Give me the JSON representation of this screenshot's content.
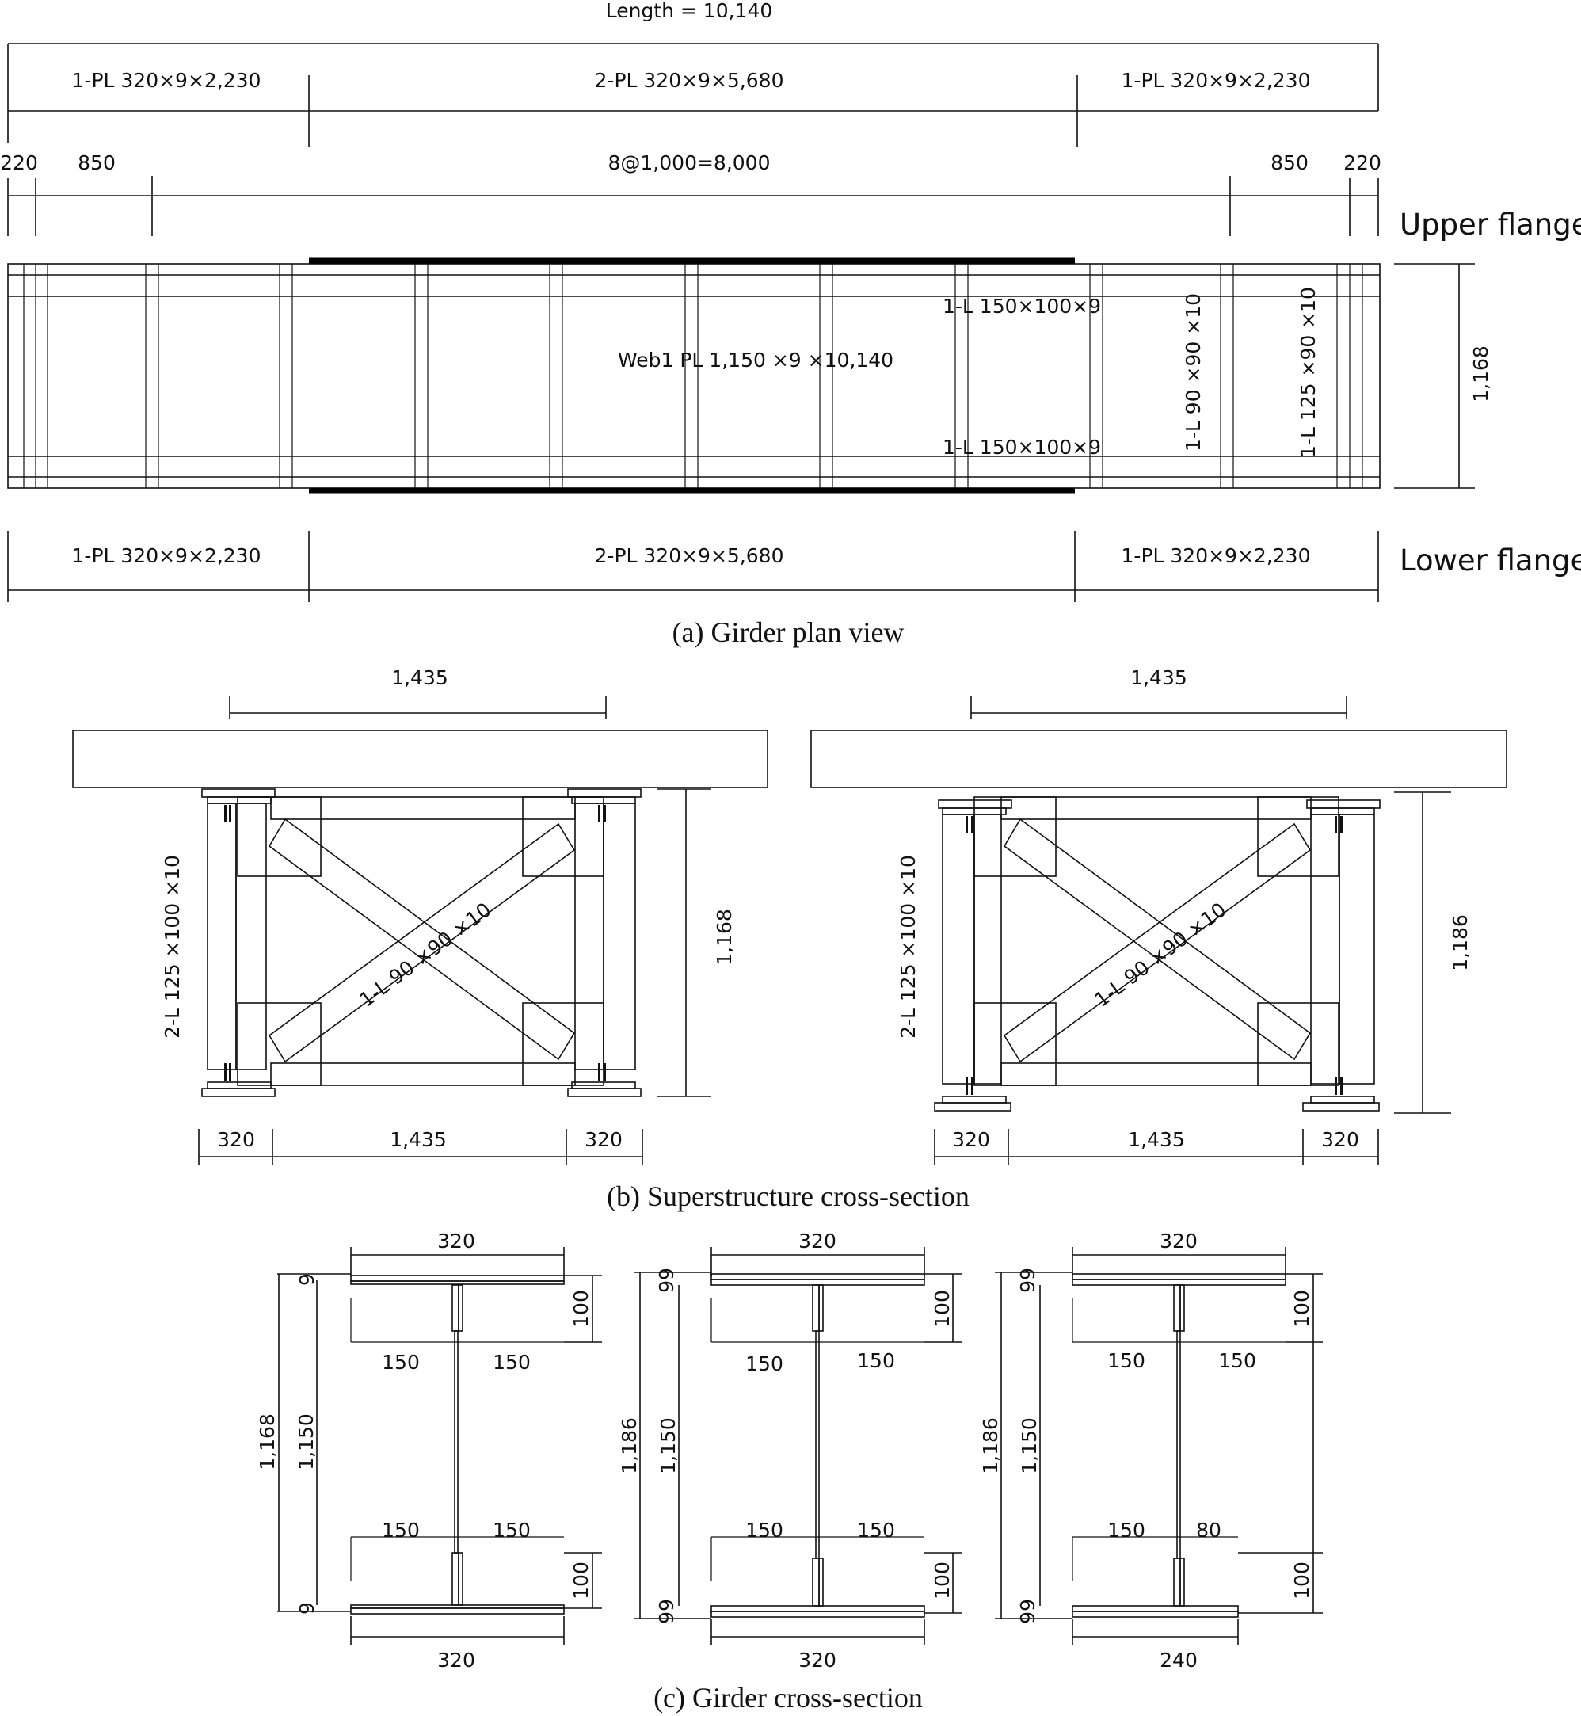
{
  "plan": {
    "length_label": "Length = 10,140",
    "upper_plates": [
      "1-PL 320×9×2,230",
      "2-PL 320×9×5,680",
      "1-PL 320×9×2,230"
    ],
    "lower_plates": [
      "1-PL 320×9×2,230",
      "2-PL 320×9×5,680",
      "1-PL 320×9×2,230"
    ],
    "spacing": [
      "220",
      "850",
      "8@1,000=8,000",
      "850",
      "220"
    ],
    "upper_flange_label": "Upper flange",
    "lower_flange_label": "Lower flange",
    "web_label": "Web1 PL 1,150 ×9 ×10,140",
    "angle_top": "1-L 150×100×9",
    "angle_bottom": "1-L 150×100×9",
    "stiffener_label_1": "1-L 90 ×90 ×10",
    "stiffener_label_2": "1-L 125 ×90 ×10",
    "height": "1,168",
    "caption": "(a) Girder plan view"
  },
  "superstructure": {
    "left": {
      "top_dim": "1,435",
      "vertical_member": "2-L 125 ×100 ×10",
      "bracing": "1-L 90 ×90 ×10",
      "height": "1,168",
      "bottom_dims": [
        "320",
        "1,435",
        "320"
      ]
    },
    "right": {
      "top_dim": "1,435",
      "vertical_member": "2-L 125 ×100 ×10",
      "bracing": "1-L 90 ×90 ×10",
      "height": "1,186",
      "bottom_dims": [
        "320",
        "1,435",
        "320"
      ]
    },
    "caption": "(b) Superstructure cross-section"
  },
  "girder_sections": {
    "sections": [
      {
        "top_width": "320",
        "bottom_width": "320",
        "total_height": "1,168",
        "web_height": "1,150",
        "upper_legs": [
          "150",
          "150"
        ],
        "lower_legs": [
          "150",
          "150"
        ],
        "upper_leg_depth": "100",
        "lower_leg_depth": "100",
        "flange_t": "9"
      },
      {
        "top_width": "320",
        "bottom_width": "320",
        "total_height": "1,186",
        "web_height": "1,150",
        "upper_legs": [
          "150",
          "150"
        ],
        "lower_legs": [
          "150",
          "150"
        ],
        "upper_leg_depth": "100",
        "lower_leg_depth": "100",
        "flange_t": "99"
      },
      {
        "top_width": "320",
        "bottom_width": "240",
        "total_height": "1,186",
        "web_height": "1,150",
        "upper_legs": [
          "150",
          "150"
        ],
        "lower_legs": [
          "150",
          "80"
        ],
        "upper_leg_depth": "100",
        "lower_leg_depth": "100",
        "flange_t": "99"
      }
    ],
    "caption": "(c) Girder cross-section"
  }
}
